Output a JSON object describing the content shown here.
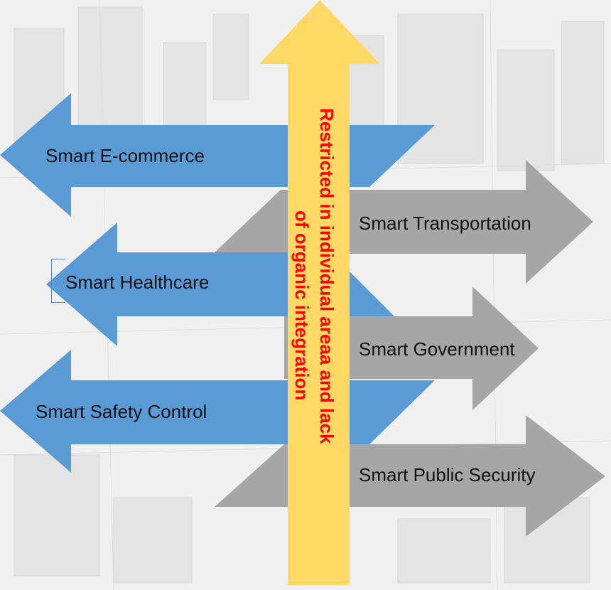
{
  "colors": {
    "blue_arrow": "#5b9bd5",
    "gray_arrow": "#a6a6a6",
    "yellow_arrow": "#ffd966",
    "emphasis_text": "#ff0000",
    "label_text": "#111111"
  },
  "arrows": {
    "left": [
      {
        "id": "ecommerce",
        "label": "Smart E-commerce",
        "direction": "left",
        "color": "blue"
      },
      {
        "id": "healthcare",
        "label": "Smart Healthcare",
        "direction": "left",
        "color": "blue"
      },
      {
        "id": "safety",
        "label": "Smart Safety Control",
        "direction": "left",
        "color": "blue"
      }
    ],
    "right": [
      {
        "id": "transportation",
        "label": "Smart Transportation",
        "direction": "right",
        "color": "gray"
      },
      {
        "id": "government",
        "label": "Smart Government",
        "direction": "right",
        "color": "gray"
      },
      {
        "id": "security",
        "label": "Smart Public Security",
        "direction": "right",
        "color": "gray"
      }
    ],
    "central": {
      "direction": "up",
      "color": "yellow",
      "line1": "Restricted in individual areaa and lack",
      "line2": "of organic integration"
    }
  }
}
